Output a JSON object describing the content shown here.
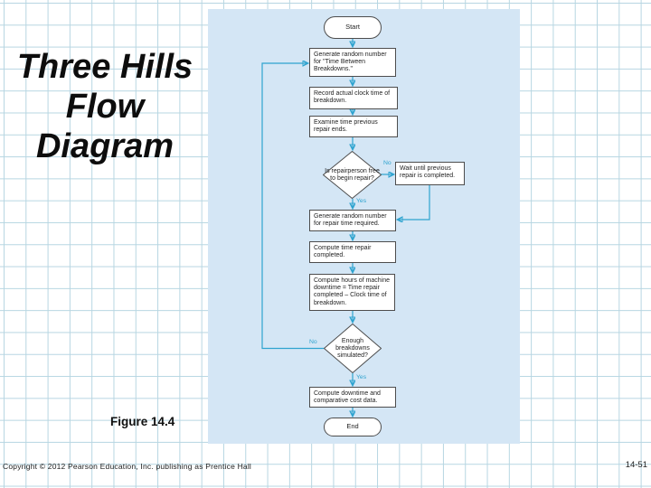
{
  "slide": {
    "title_lines": [
      "Three Hills",
      "Flow",
      "Diagram"
    ],
    "figure_caption": "Figure 14.4",
    "footer_copyright": "Copyright © 2012 Pearson Education, Inc. publishing as Prentice Hall",
    "slide_number": "14-51"
  },
  "colors": {
    "panel_bg": "#d4e6f5",
    "grid_line": "#b7d6e2",
    "connector": "#2ea3cf",
    "node_border": "#4d4d4d",
    "node_fill": "#ffffff"
  },
  "flowchart": {
    "nodes": {
      "start": "Start",
      "generate_tbb": "Generate random number for \"Time Between Breakdowns.\"",
      "record_clock": "Record actual clock time of breakdown.",
      "examine_previous": "Examine time previous repair ends.",
      "repairperson_free": "Is repairperson free to begin repair?",
      "wait_previous": "Wait until previous repair is completed.",
      "generate_repair": "Generate random number for repair time required.",
      "compute_time": "Compute time repair completed.",
      "compute_hours": "Compute hours of machine downtime = Time repair completed – Clock time of breakdown.",
      "enough_breakdowns": "Enough breakdowns simulated?",
      "compute_downtime": "Compute downtime and comparative cost data.",
      "end": "End"
    },
    "labels": {
      "no1": "No",
      "yes1": "Yes",
      "no2": "No",
      "yes2": "Yes"
    }
  }
}
